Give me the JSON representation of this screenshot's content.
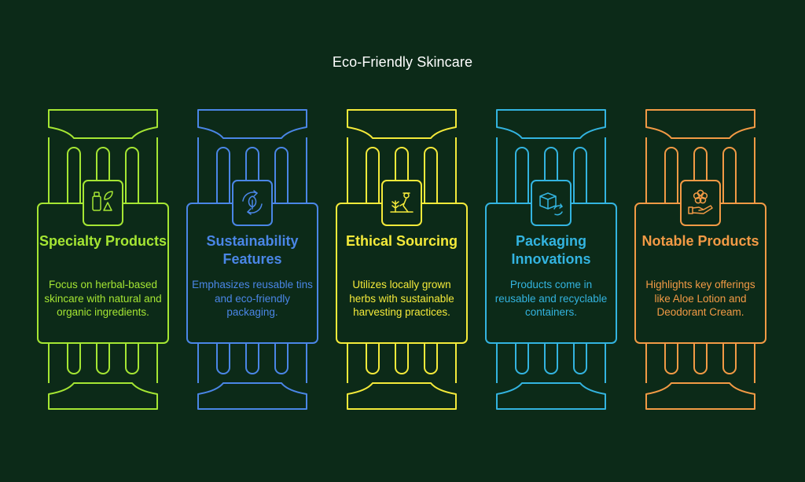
{
  "title": "Eco-Friendly Skincare",
  "pillars": [
    {
      "heading": "Specialty Products",
      "description": "Focus on herbal-based skincare with natural and organic ingredients.",
      "color": "#a5e633",
      "icon": "herbal-products-icon"
    },
    {
      "heading": "Sustainability Features",
      "description": "Emphasizes reusable tins and eco-friendly packaging.",
      "color": "#4a86e6",
      "icon": "recycle-leaf-icon"
    },
    {
      "heading": "Ethical Sourcing",
      "description": "Utilizes locally grown herbs with sustainable harvesting practices.",
      "color": "#f4ea3a",
      "icon": "farmer-harvest-icon"
    },
    {
      "heading": "Packaging Innovations",
      "description": "Products come in reusable and recyclable containers.",
      "color": "#33b4e0",
      "icon": "box-recycle-icon"
    },
    {
      "heading": "Notable Products",
      "description": "Highlights key offerings like Aloe Lotion and Deodorant Cream.",
      "color": "#f29a45",
      "icon": "flower-hand-icon"
    }
  ]
}
